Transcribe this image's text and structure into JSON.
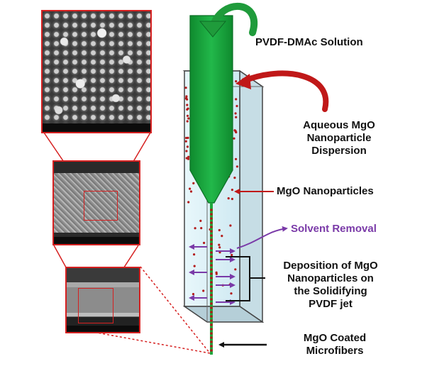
{
  "labels": {
    "solution": "PVDF-DMAc Solution",
    "dispersion": [
      "Aqueous MgO",
      "Nanoparticle",
      "Dispersion"
    ],
    "nanoparticles": "MgO Nanoparticles",
    "solvent_removal": "Solvent Removal",
    "deposition": [
      "Deposition of MgO",
      "Nanoparticles on",
      "the Solidifying",
      "PVDF jet"
    ],
    "coated": [
      "MgO Coated",
      "Microfibers"
    ]
  },
  "colors": {
    "needle": "#16a83a",
    "arrow_green": "#1f9b3b",
    "arrow_red": "#c01818",
    "particle": "#b31b1b",
    "purple": "#7a3aa8",
    "bath_fill": "#dff3f8",
    "frame_red": "#d62020"
  }
}
